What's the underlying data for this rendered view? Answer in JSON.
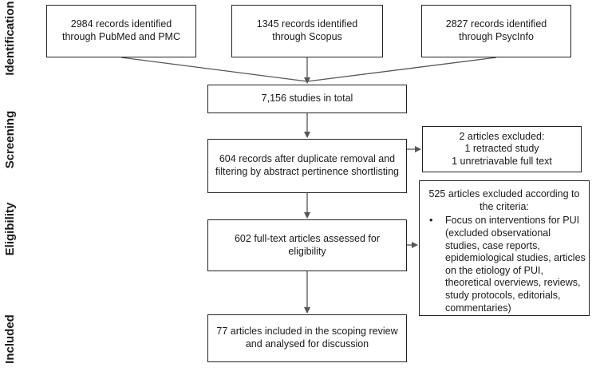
{
  "stages": {
    "identification": "Identification",
    "screening": "Screening",
    "eligibility": "Eligibility",
    "included": "Included"
  },
  "boxes": {
    "pubmed": [
      "2984 records identified",
      "through PubMed and PMC"
    ],
    "scopus": [
      "1345 records identified",
      "through Scopus"
    ],
    "psycinfo": [
      "2827 records identified",
      "through PsycInfo"
    ],
    "total": [
      "7,156 studies in total"
    ],
    "after_dedup": [
      "604 records after duplicate removal and",
      "filtering by abstract pertinence shortlisting"
    ],
    "excluded_2": [
      "2 articles excluded:",
      "1 retracted study",
      "1 unretriavable full text"
    ],
    "assessed": [
      "602 full-text articles assessed for",
      "eligibility"
    ],
    "excluded_525": {
      "intro": [
        "525 articles excluded according to",
        "the criteria:"
      ],
      "bullet": "•",
      "items": [
        "Focus on interventions for PUI",
        "(excluded observational",
        "studies, case reports,",
        "epidemiological studies, articles",
        "on the etiology of PUI,",
        "theoretical overviews, reviews,",
        "study protocols, editorials,",
        "commentaries)"
      ]
    },
    "included": [
      "77 articles included in the scoping review",
      "and analysed for discussion"
    ]
  }
}
